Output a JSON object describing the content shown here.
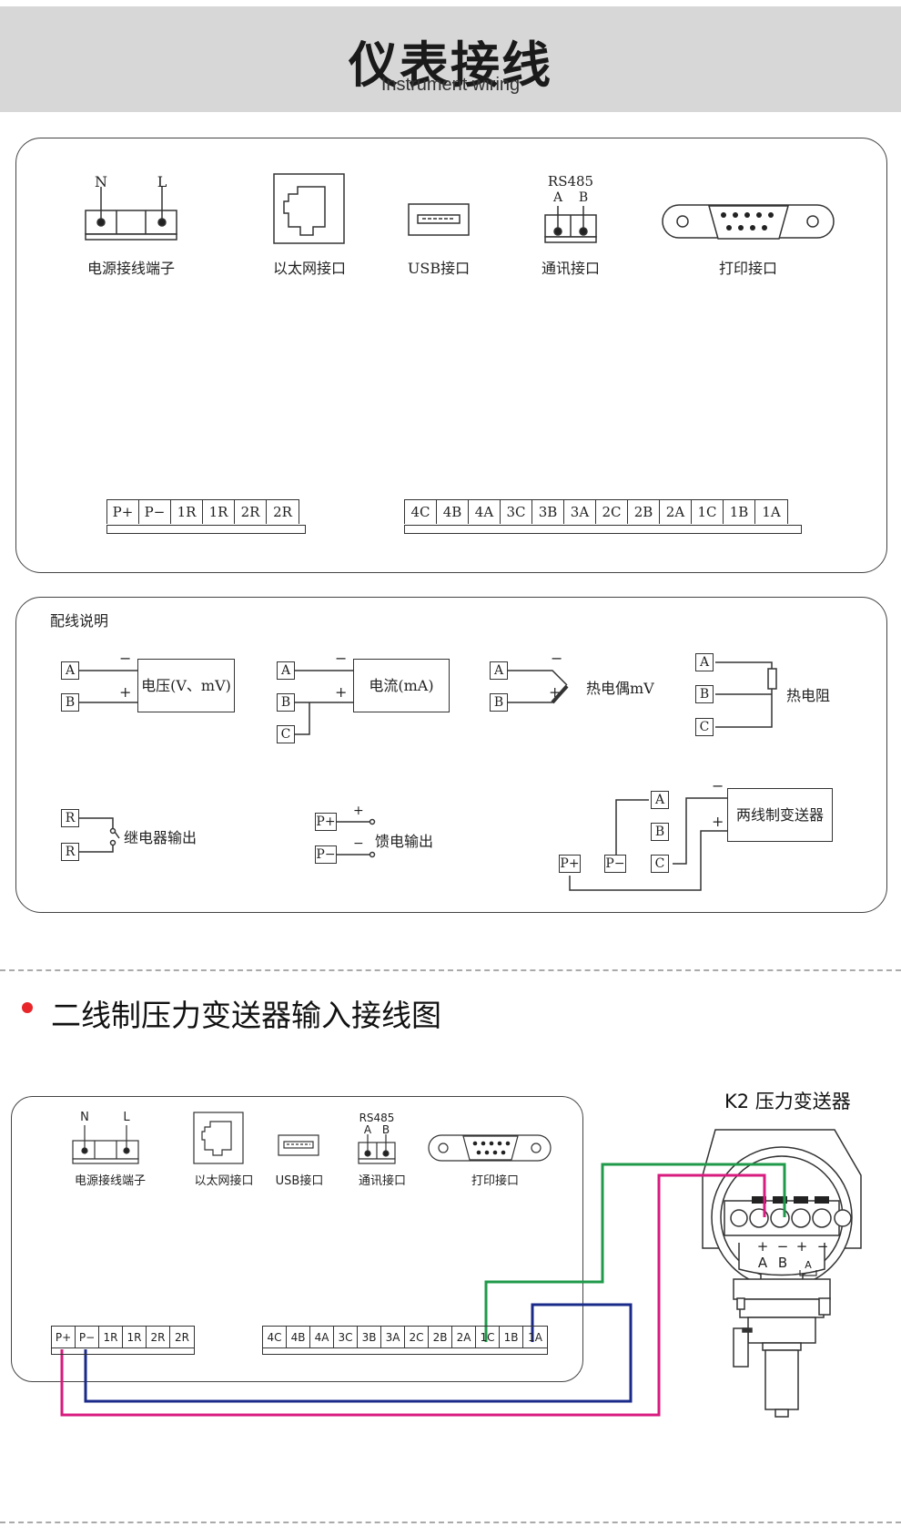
{
  "header": {
    "title": "仪表接线",
    "subtitle": "Instrument wiring"
  },
  "panel1": {
    "power": {
      "label": "电源接线端子",
      "n": "N",
      "l": "L"
    },
    "ethernet_label": "以太网接口",
    "usb_label": "USB接口",
    "comm": {
      "label": "通讯接口",
      "protocol": "RS485",
      "a": "A",
      "b": "B"
    },
    "print_label": "打印接口",
    "left_terminals": [
      "P+",
      "P−",
      "1R",
      "1R",
      "2R",
      "2R"
    ],
    "right_terminals": [
      "4C",
      "4B",
      "4A",
      "3C",
      "3B",
      "3A",
      "2C",
      "2B",
      "2A",
      "1C",
      "1B",
      "1A"
    ]
  },
  "panel2": {
    "title": "配线说明",
    "voltage": {
      "label": "电压(V、mV)",
      "a": "A",
      "b": "B",
      "minus": "−",
      "plus": "+"
    },
    "current": {
      "label": "电流(mA)",
      "a": "A",
      "b": "B",
      "c": "C",
      "minus": "−",
      "plus": "+"
    },
    "thermocouple": {
      "label": "热电偶mV",
      "a": "A",
      "b": "B",
      "minus": "−",
      "plus": "+"
    },
    "rtd": {
      "label": "热电阻",
      "a": "A",
      "b": "B",
      "c": "C"
    },
    "relay": {
      "label": "继电器输出",
      "r1": "R",
      "r2": "R"
    },
    "feed": {
      "label": "馈电输出",
      "p_plus": "P+",
      "p_minus": "P−",
      "plus": "+",
      "minus": "−"
    },
    "two_wire": {
      "label": "两线制变送器",
      "a": "A",
      "b": "B",
      "c": "C",
      "p_plus": "P+",
      "p_minus": "P−",
      "minus": "−",
      "plus": "+"
    }
  },
  "section": {
    "title": "二线制压力变送器输入接线图"
  },
  "diagram2": {
    "device_label": "K2 压力变送器",
    "power": {
      "label": "电源接线端子",
      "n": "N",
      "l": "L"
    },
    "ethernet_label": "以太网接口",
    "usb_label": "USB接口",
    "comm": {
      "label": "通讯接口",
      "protocol": "RS485",
      "a": "A",
      "b": "B"
    },
    "print_label": "打印接口",
    "left_terminals": [
      "P+",
      "P−",
      "1R",
      "1R",
      "2R",
      "2R"
    ],
    "right_terminals": [
      "4C",
      "4B",
      "4A",
      "3C",
      "3B",
      "3A",
      "2C",
      "2B",
      "2A",
      "1C",
      "1B",
      "1A"
    ],
    "transmitter_terminals": {
      "plus_a": "+",
      "minus_b": "−",
      "plus_c": "+",
      "minus_d": "−",
      "a": "A",
      "b": "B",
      "ammeter": "A"
    },
    "wire_colors": {
      "green": "#1f9a4a",
      "magenta": "#d81b7f",
      "navy": "#1a2a8a"
    }
  }
}
